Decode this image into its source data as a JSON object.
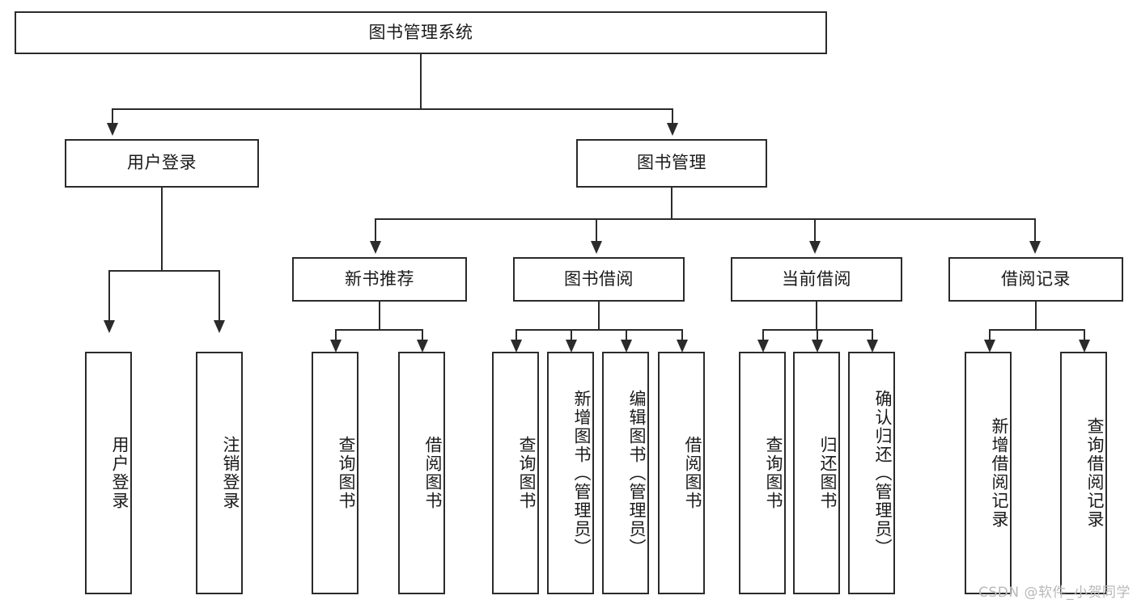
{
  "diagram": {
    "title_text": "图书管理系统",
    "type": "tree-hierarchy",
    "background_color": "#ffffff",
    "line_color": "#2b2b2b",
    "text_color": "#1a1a1a",
    "root": {
      "label": "图书管理系统"
    },
    "level2": [
      {
        "label": "用户登录"
      },
      {
        "label": "图书管理"
      }
    ],
    "level3": [
      {
        "label": "新书推荐"
      },
      {
        "label": "图书借阅"
      },
      {
        "label": "当前借阅"
      },
      {
        "label": "借阅记录"
      }
    ],
    "leaves": {
      "user_login": [
        {
          "label": "用户登录"
        },
        {
          "label": "注销登录"
        }
      ],
      "new_book_recommend": [
        {
          "label": "查询图书"
        },
        {
          "label": "借阅图书"
        }
      ],
      "book_borrow": [
        {
          "label": "查询图书"
        },
        {
          "label": "新增图书（管理员）"
        },
        {
          "label": "编辑图书（管理员）"
        },
        {
          "label": "借阅图书"
        }
      ],
      "current_borrow": [
        {
          "label": "查询图书"
        },
        {
          "label": "归还图书"
        },
        {
          "label": "确认归还（管理员）"
        }
      ],
      "borrow_record": [
        {
          "label": "新增借阅记录"
        },
        {
          "label": "查询借阅记录"
        }
      ]
    }
  },
  "watermark": {
    "text": "CSDN @软件_小贺同学"
  }
}
